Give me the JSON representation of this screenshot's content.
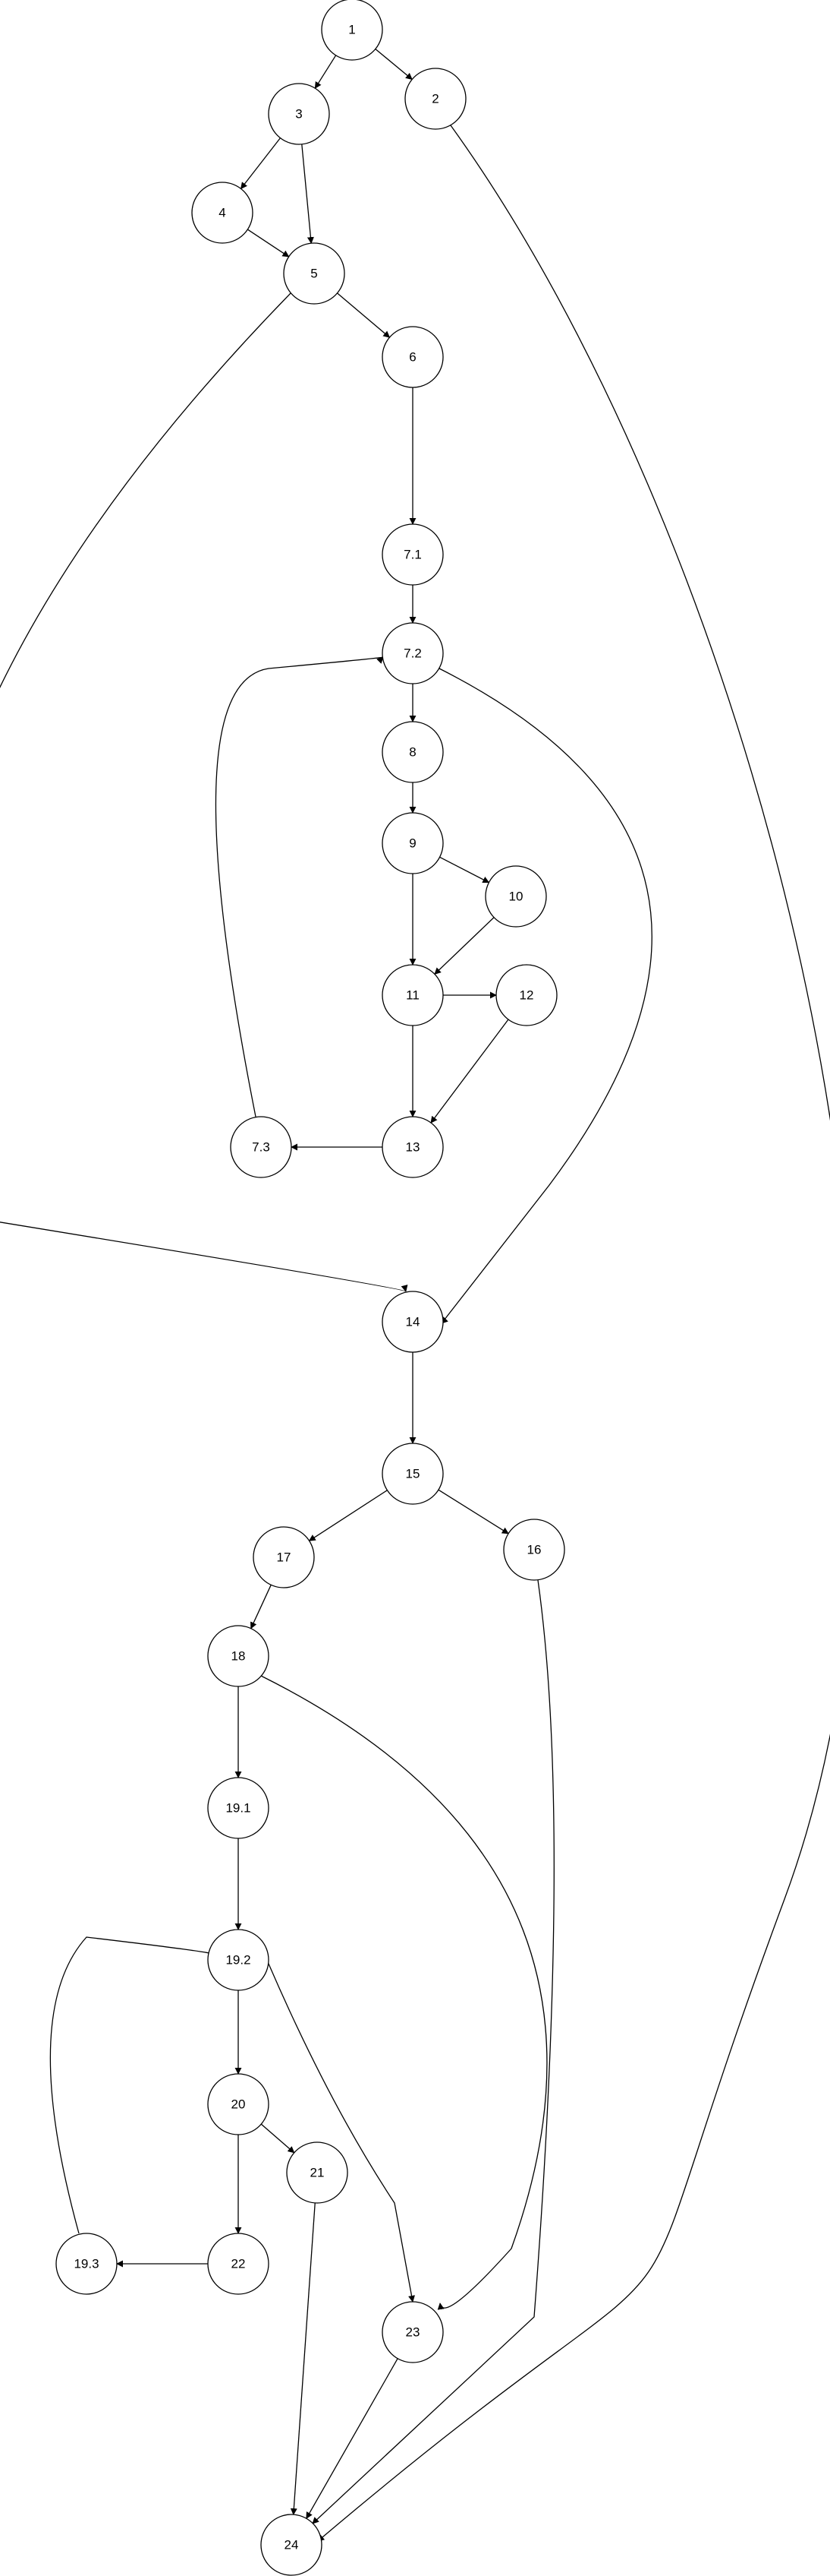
{
  "graph": {
    "nodes": [
      {
        "id": "1",
        "label": "1"
      },
      {
        "id": "2",
        "label": "2"
      },
      {
        "id": "3",
        "label": "3"
      },
      {
        "id": "4",
        "label": "4"
      },
      {
        "id": "5",
        "label": "5"
      },
      {
        "id": "6",
        "label": "6"
      },
      {
        "id": "7.1",
        "label": "7.1"
      },
      {
        "id": "7.2",
        "label": "7.2"
      },
      {
        "id": "8",
        "label": "8"
      },
      {
        "id": "9",
        "label": "9"
      },
      {
        "id": "10",
        "label": "10"
      },
      {
        "id": "11",
        "label": "11"
      },
      {
        "id": "12",
        "label": "12"
      },
      {
        "id": "13",
        "label": "13"
      },
      {
        "id": "7.3",
        "label": "7.3"
      },
      {
        "id": "14",
        "label": "14"
      },
      {
        "id": "15",
        "label": "15"
      },
      {
        "id": "16",
        "label": "16"
      },
      {
        "id": "17",
        "label": "17"
      },
      {
        "id": "18",
        "label": "18"
      },
      {
        "id": "19.1",
        "label": "19.1"
      },
      {
        "id": "19.2",
        "label": "19.2"
      },
      {
        "id": "20",
        "label": "20"
      },
      {
        "id": "21",
        "label": "21"
      },
      {
        "id": "22",
        "label": "22"
      },
      {
        "id": "19.3",
        "label": "19.3"
      },
      {
        "id": "23",
        "label": "23"
      },
      {
        "id": "24",
        "label": "24"
      }
    ],
    "edges": [
      {
        "from": "1",
        "to": "3"
      },
      {
        "from": "1",
        "to": "2"
      },
      {
        "from": "2",
        "to": "24"
      },
      {
        "from": "3",
        "to": "4"
      },
      {
        "from": "3",
        "to": "5"
      },
      {
        "from": "4",
        "to": "5"
      },
      {
        "from": "5",
        "to": "6"
      },
      {
        "from": "5",
        "to": "14"
      },
      {
        "from": "6",
        "to": "7.1"
      },
      {
        "from": "7.1",
        "to": "7.2"
      },
      {
        "from": "7.2",
        "to": "8"
      },
      {
        "from": "7.2",
        "to": "14"
      },
      {
        "from": "8",
        "to": "9"
      },
      {
        "from": "9",
        "to": "10"
      },
      {
        "from": "9",
        "to": "11"
      },
      {
        "from": "10",
        "to": "11"
      },
      {
        "from": "11",
        "to": "12"
      },
      {
        "from": "11",
        "to": "13"
      },
      {
        "from": "12",
        "to": "13"
      },
      {
        "from": "13",
        "to": "7.3"
      },
      {
        "from": "7.3",
        "to": "7.2"
      },
      {
        "from": "14",
        "to": "15"
      },
      {
        "from": "15",
        "to": "17"
      },
      {
        "from": "15",
        "to": "16"
      },
      {
        "from": "16",
        "to": "24"
      },
      {
        "from": "17",
        "to": "18"
      },
      {
        "from": "18",
        "to": "19.1"
      },
      {
        "from": "18",
        "to": "23"
      },
      {
        "from": "19.1",
        "to": "19.2"
      },
      {
        "from": "19.2",
        "to": "20"
      },
      {
        "from": "19.2",
        "to": "23"
      },
      {
        "from": "20",
        "to": "21"
      },
      {
        "from": "20",
        "to": "22"
      },
      {
        "from": "21",
        "to": "24"
      },
      {
        "from": "22",
        "to": "19.3"
      },
      {
        "from": "19.3",
        "to": "19.2"
      },
      {
        "from": "23",
        "to": "24"
      }
    ]
  }
}
